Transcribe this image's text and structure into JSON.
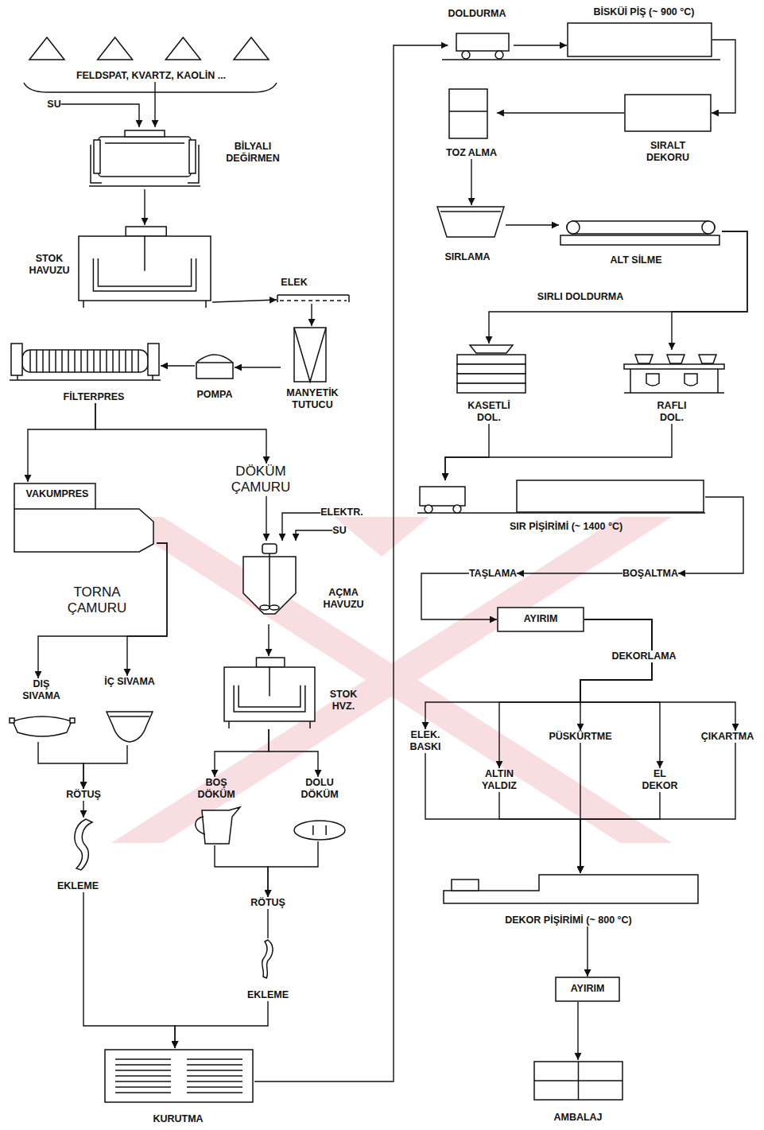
{
  "diagram": {
    "nodes": [
      {
        "text": [
          "FELDSPAT, KVARTZ, KAOLİN ..."
        ]
      },
      {
        "text": [
          "SU"
        ]
      },
      {
        "text": [
          "BİLYALI DEĞİRMEN"
        ]
      },
      {
        "text": [
          "STOK HAVUZU"
        ]
      },
      {
        "text": [
          "ELEK"
        ]
      },
      {
        "text": [
          "MANYETİK TUTUCU"
        ]
      },
      {
        "text": [
          "POMPA"
        ]
      },
      {
        "text": [
          "FİLTERPRES"
        ]
      },
      {
        "text": [
          "VAKUMPRES"
        ]
      },
      {
        "text": [
          "DÖKÜM ÇAMURU"
        ]
      },
      {
        "text": [
          "ELEKTR."
        ]
      },
      {
        "text": [
          "SU"
        ]
      },
      {
        "text": [
          "AÇMA HAVUZU"
        ]
      },
      {
        "text": [
          "STOK HVZ."
        ]
      },
      {
        "text": [
          "DIŞ SIVAMA"
        ]
      },
      {
        "text": [
          "İÇ SIVAMA"
        ]
      },
      {
        "text": [
          "RÖTUŞ"
        ]
      },
      {
        "text": [
          "EKLEME"
        ]
      },
      {
        "text": [
          "BOŞ DÖKÜM"
        ]
      },
      {
        "text": [
          "DOLU DÖKÜM"
        ]
      },
      {
        "text": [
          "RÖTUŞ"
        ]
      },
      {
        "text": [
          "EKLEME"
        ]
      },
      {
        "text": [
          "KURUTMA"
        ]
      },
      {
        "text": [
          "DOLDURMA"
        ]
      },
      {
        "text": [
          "BİSKÜİ PİŞ (~ 900 °C)"
        ]
      },
      {
        "text": [
          "SIRALT DEKORU"
        ]
      },
      {
        "text": [
          "TOZ ALMA"
        ]
      },
      {
        "text": [
          "SIRLAMA"
        ]
      },
      {
        "text": [
          "ALT SİLME"
        ]
      },
      {
        "text": [
          "KASETLİ DOL."
        ]
      },
      {
        "text": [
          "RAFLI DOL."
        ]
      },
      {
        "text": [
          "SIR PİŞİRİMİ (~ 1400 °C)"
        ]
      },
      {
        "text": [
          "BOŞALTMA"
        ]
      },
      {
        "text": [
          "TAŞLAMA"
        ]
      },
      {
        "text": [
          "AYIRIM"
        ]
      },
      {
        "text": [
          "ELEK. BASKI"
        ]
      },
      {
        "text": [
          "ALTIN YALDIZ"
        ]
      },
      {
        "text": [
          "PÜSKÜRTME"
        ]
      },
      {
        "text": [
          "EL DEKOR"
        ]
      },
      {
        "text": [
          "ÇIKARTMA"
        ]
      },
      {
        "text": [
          "DEKOR PİŞİRİMİ (~ 800 °C)"
        ]
      },
      {
        "text": [
          "AYIRIM"
        ]
      },
      {
        "text": [
          "AMBALAJ"
        ]
      }
    ],
    "edges": [
      {
        "from": 0,
        "to": 2,
        "arrow": "to"
      },
      {
        "from": 1,
        "to": 2,
        "arrow": "to"
      },
      {
        "from": 2,
        "to": 3,
        "arrow": "to"
      },
      {
        "from": 3,
        "to": 4,
        "arrow": "to"
      },
      {
        "from": 4,
        "to": 5,
        "arrow": "to"
      },
      {
        "from": 5,
        "to": 6,
        "arrow": "to"
      },
      {
        "from": 6,
        "to": 7,
        "arrow": "to"
      },
      {
        "from": 7,
        "to": 8,
        "arrow": "to"
      },
      {
        "from": 7,
        "to": 9,
        "arrow": "to"
      },
      {
        "from": 9,
        "to": 12,
        "arrow": "to"
      },
      {
        "from": 10,
        "to": 12,
        "arrow": "to"
      },
      {
        "from": 11,
        "to": 12,
        "arrow": "to"
      },
      {
        "from": 12,
        "to": 13,
        "arrow": "to"
      },
      {
        "from": 8,
        "to": 14,
        "arrow": "to"
      },
      {
        "from": 8,
        "to": 15,
        "arrow": "to"
      },
      {
        "from": 14,
        "to": 16,
        "arrow": "to"
      },
      {
        "from": 15,
        "to": 16,
        "arrow": "to"
      },
      {
        "from": 16,
        "to": 17,
        "arrow": "to"
      },
      {
        "from": 13,
        "to": 18,
        "arrow": "to"
      },
      {
        "from": 13,
        "to": 19,
        "arrow": "to"
      },
      {
        "from": 18,
        "to": 20,
        "arrow": "to"
      },
      {
        "from": 19,
        "to": 20,
        "arrow": "to"
      },
      {
        "from": 20,
        "to": 21,
        "arrow": "none"
      },
      {
        "from": 17,
        "to": 22,
        "arrow": "to"
      },
      {
        "from": 21,
        "to": 22,
        "arrow": "to"
      },
      {
        "from": 22,
        "to": 23,
        "arrow": "to"
      },
      {
        "from": 23,
        "to": 24,
        "arrow": "to"
      },
      {
        "from": 24,
        "to": 25,
        "arrow": "to"
      },
      {
        "from": 25,
        "to": 26,
        "arrow": "to"
      },
      {
        "from": 26,
        "to": 27,
        "arrow": "to"
      },
      {
        "from": 27,
        "to": 28,
        "arrow": "to"
      },
      {
        "from": 28,
        "to": 29,
        "arrow": "to"
      },
      {
        "from": 28,
        "to": 30,
        "arrow": "to"
      },
      {
        "from": 29,
        "to": 31,
        "arrow": "to"
      },
      {
        "from": 30,
        "to": 31,
        "arrow": "to"
      },
      {
        "from": 31,
        "to": 32,
        "arrow": "to"
      },
      {
        "from": 32,
        "to": 33,
        "arrow": "to"
      },
      {
        "from": 33,
        "to": 34,
        "arrow": "to"
      },
      {
        "from": 34,
        "to": 35,
        "arrow": "to"
      },
      {
        "from": 34,
        "to": 36,
        "arrow": "to"
      },
      {
        "from": 34,
        "to": 37,
        "arrow": "to"
      },
      {
        "from": 34,
        "to": 38,
        "arrow": "to"
      },
      {
        "from": 34,
        "to": 39,
        "arrow": "to"
      },
      {
        "from": 35,
        "to": 40,
        "arrow": "to"
      },
      {
        "from": 36,
        "to": 40,
        "arrow": "to"
      },
      {
        "from": 37,
        "to": 40,
        "arrow": "to"
      },
      {
        "from": 38,
        "to": 40,
        "arrow": "to"
      },
      {
        "from": 39,
        "to": 40,
        "arrow": "to"
      },
      {
        "from": 40,
        "to": 41,
        "arrow": "to"
      },
      {
        "from": 41,
        "to": 42,
        "arrow": "to"
      }
    ],
    "labels": [
      "TORNA ÇAMURU",
      "SIRLI DOLDURMA",
      "DEKORLAMA"
    ]
  }
}
